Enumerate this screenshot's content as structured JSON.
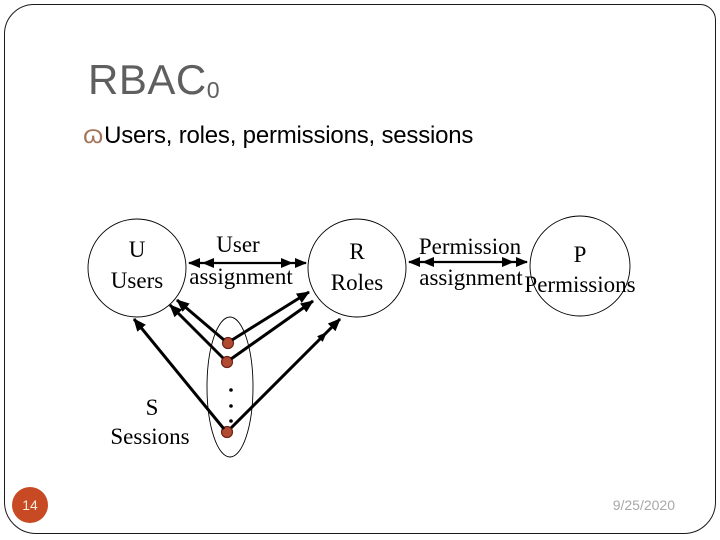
{
  "slide": {
    "title_text": "RBAC",
    "title_subscript": "0",
    "bullet_marker": "ɷ",
    "bullet_text": "Users, roles, permissions, sessions",
    "page_number": "14",
    "date": "9/25/2020"
  },
  "diagram": {
    "nodes": {
      "users": {
        "abbrev": "U",
        "label": "Users"
      },
      "roles": {
        "abbrev": "R",
        "label": "Roles"
      },
      "permissions": {
        "abbrev": "P",
        "label": "Permissions"
      },
      "sessions": {
        "abbrev": "S",
        "label": "Sessions"
      }
    },
    "edges": {
      "user_assignment": {
        "line1": "User",
        "line2": "assignment"
      },
      "permission_assignment": {
        "line1": "Permission",
        "line2": "assignment"
      }
    },
    "colors": {
      "session_dot_fill": "#b04a30",
      "session_dot_stroke": "#6e2418",
      "page_badge": "#c84a24",
      "title_gray": "#5f5f5f",
      "bullet_marker_brown": "#a5735a",
      "date_gray": "#a8a8a8",
      "line_black": "#000000"
    }
  }
}
